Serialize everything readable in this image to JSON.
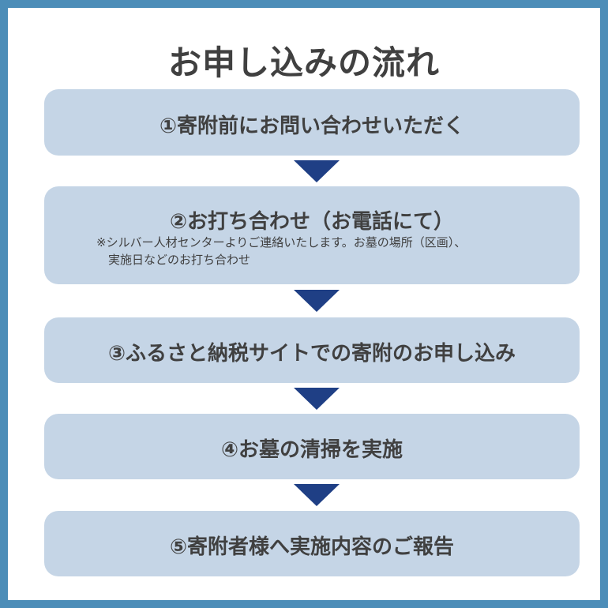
{
  "title": "お申し込みの流れ",
  "steps": [
    {
      "label": "①寄附前にお問い合わせいただく"
    },
    {
      "label": "②お打ち合わせ（お電話にて）",
      "note": "※シルバー人材センターよりご連絡いたします。お墓の場所（区画）、\n　実施日などのお打ち合わせ"
    },
    {
      "label": "③ふるさと納税サイトでの寄附のお申し込み"
    },
    {
      "label": "④お墓の清掃を実施"
    },
    {
      "label": "⑤寄附者様へ実施内容のご報告"
    }
  ],
  "colors": {
    "frame": "#4c8db8",
    "box": "#c5d5e6",
    "arrow": "#1f3f85",
    "text": "#404040"
  }
}
